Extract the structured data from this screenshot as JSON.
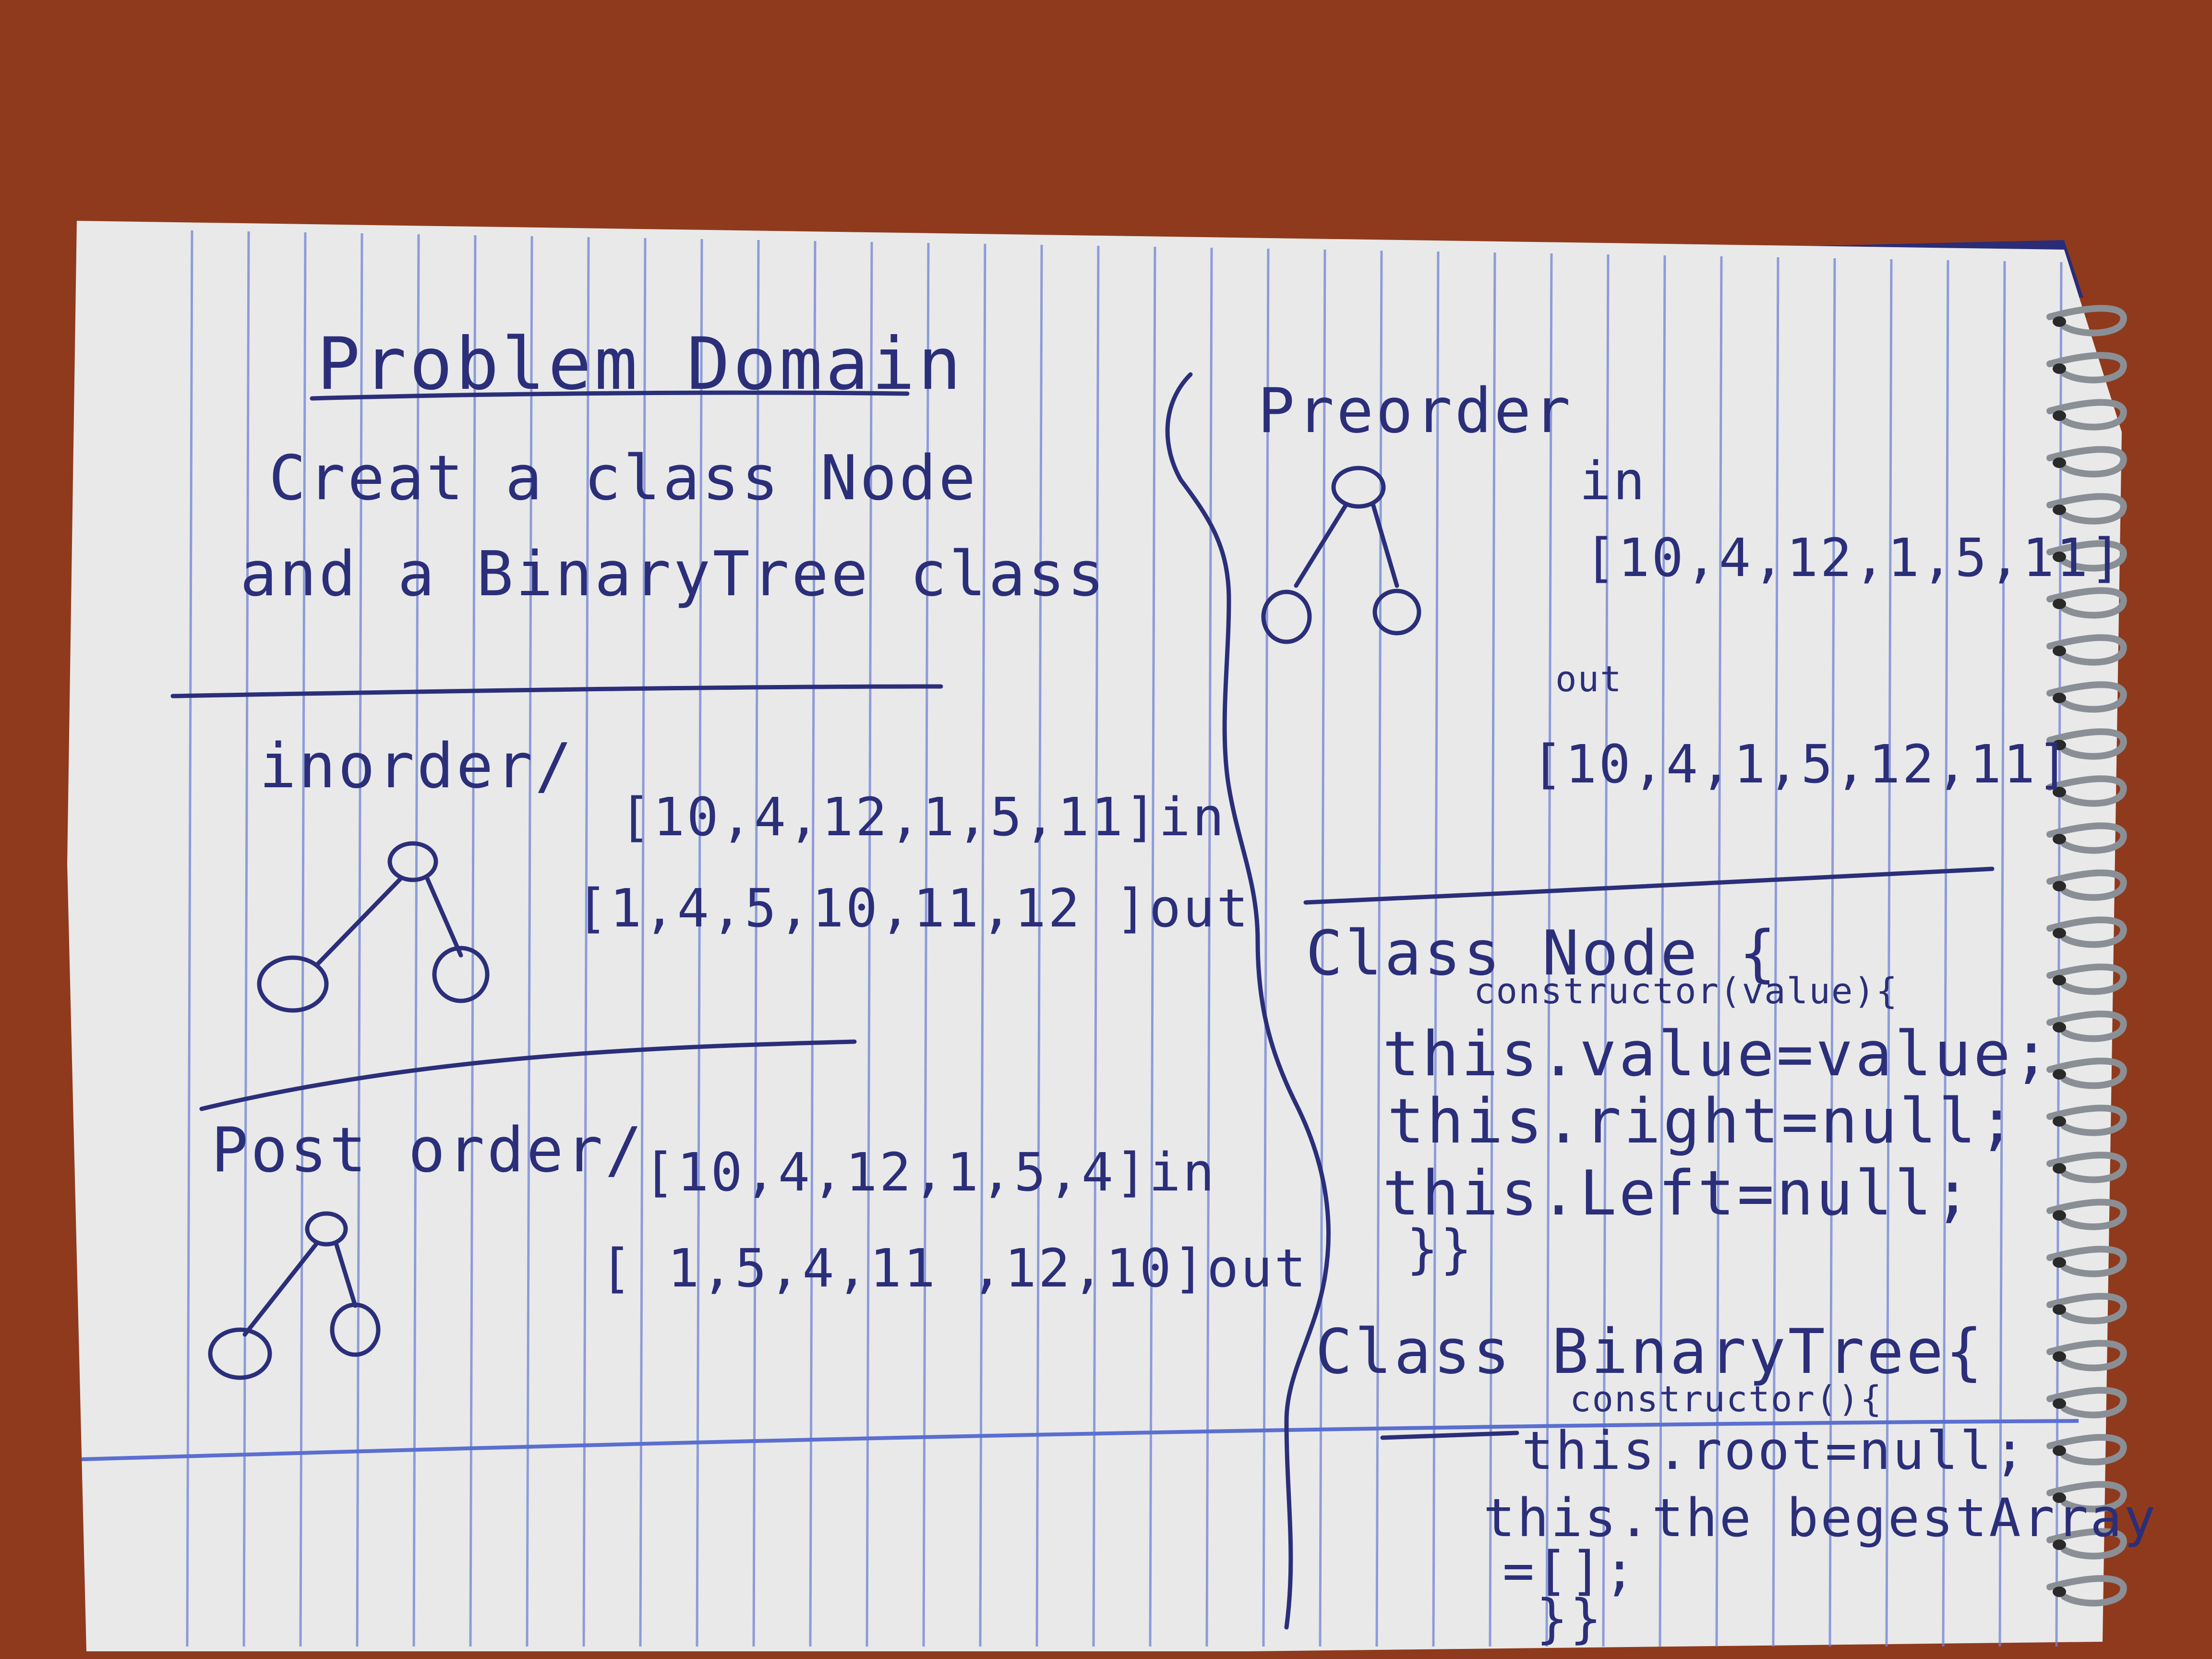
{
  "colors": {
    "background": "#a0421f",
    "paper": "#e9e9ea",
    "rule_line": "#6f82d4",
    "margin_line": "#5a6fd0",
    "ink": "#2b2f7a",
    "cover": "#2a2c78",
    "spiral": "#8a8f96"
  },
  "left": {
    "title": "Problem Domain",
    "intro_line1": "Creat a class Node",
    "intro_line2": "and a BinaryTree class",
    "inorder_label": "inorder/",
    "inorder_in": "[10,4,12,1,5,11]in",
    "inorder_out": "[1,4,5,10,11,12 ]out",
    "postorder_label": "Post order/",
    "postorder_in": "[10,4,12,1,5,4]in",
    "postorder_out": "[ 1,5,4,11 ,12,10]out"
  },
  "right": {
    "preorder_label": "Preorder",
    "pre_in_label": "in",
    "pre_in": "[10,4,12,1,5,11]",
    "pre_out_label": "out",
    "pre_out": "[10,4,1,5,12,11]",
    "code_line1": "Class Node {",
    "code_line2": "constructor(value){",
    "code_line3": "this.value=value;",
    "code_line4": "this.right=null;",
    "code_line5": "this.Left=null;",
    "code_line6": "}}",
    "code_line7": "Class BinaryTree{",
    "code_line8": "constructor(){",
    "code_line9": "this.root=null;",
    "code_line10": "this.the begestArray",
    "code_line11": "=[];",
    "code_line12": "}}"
  }
}
